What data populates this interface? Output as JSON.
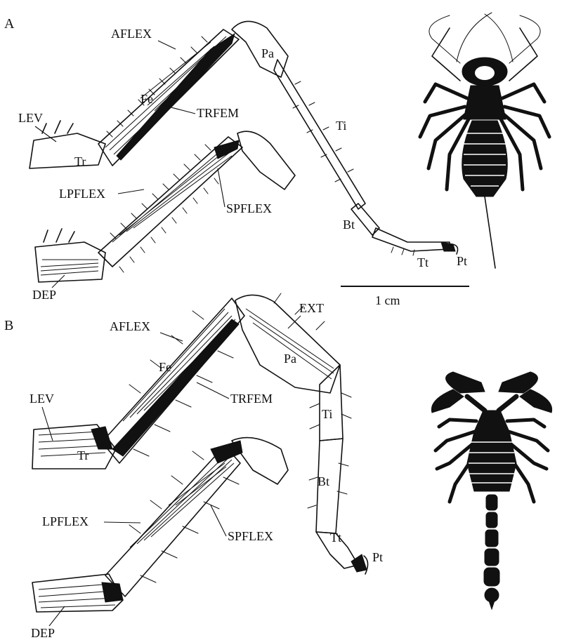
{
  "panels": {
    "a": {
      "letter": "A"
    },
    "b": {
      "letter": "B"
    }
  },
  "labels_a": {
    "aflex": "AFLEX",
    "fe": "Fe",
    "trfem": "TRFEM",
    "lev": "LEV",
    "tr": "Tr",
    "lpflex": "LPFLEX",
    "spflex": "SPFLEX",
    "dep": "DEP",
    "pa": "Pa",
    "ti": "Ti",
    "bt": "Bt",
    "tt": "Tt",
    "pt": "Pt"
  },
  "labels_b": {
    "aflex": "AFLEX",
    "ext": "EXT",
    "fe": "Fe",
    "trfem": "TRFEM",
    "lev": "LEV",
    "tr": "Tr",
    "pa": "Pa",
    "ti": "Ti",
    "bt": "Bt",
    "lpflex": "LPFLEX",
    "spflex": "SPFLEX",
    "tt": "Tt",
    "pt": "Pt",
    "dep": "DEP"
  },
  "scale_bar": {
    "label": "1 cm"
  },
  "silhouettes": {
    "top_right": "whip-spider-icon",
    "bottom_right": "scorpion-icon"
  }
}
